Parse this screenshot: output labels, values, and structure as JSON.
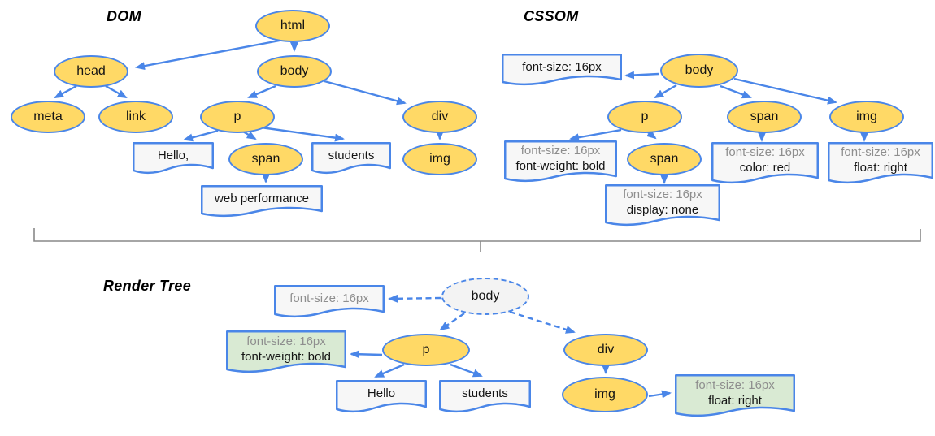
{
  "diagram": {
    "dom": {
      "title": "DOM",
      "nodes": {
        "html": "html",
        "head": "head",
        "body": "body",
        "meta": "meta",
        "link": "link",
        "p": "p",
        "div": "div",
        "span": "span",
        "img": "img"
      },
      "texts": {
        "hello": "Hello,",
        "students": "students",
        "webperf": "web performance"
      }
    },
    "cssom": {
      "title": "CSSOM",
      "nodes": {
        "body": "body",
        "p": "p",
        "span": "span",
        "img": "img",
        "span_child": "span"
      },
      "notes": {
        "body": {
          "l1": "font-size: 16px"
        },
        "p": {
          "l1": "font-size: 16px",
          "l2": "font-weight: bold"
        },
        "span": {
          "l1": "font-size: 16px",
          "l2": "color: red"
        },
        "img": {
          "l1": "font-size: 16px",
          "l2": "float: right"
        },
        "span_child": {
          "l1": "font-size: 16px",
          "l2": "display: none"
        }
      }
    },
    "render": {
      "title": "Render Tree",
      "nodes": {
        "body": "body",
        "p": "p",
        "div": "div",
        "img": "img"
      },
      "texts": {
        "hello": "Hello",
        "students": "students"
      },
      "notes": {
        "body": {
          "l1": "font-size: 16px"
        },
        "p": {
          "l1": "font-size: 16px",
          "l2": "font-weight: bold"
        },
        "img": {
          "l1": "font-size: 16px",
          "l2": "float: right"
        }
      }
    },
    "colors": {
      "node_fill": "#ffd966",
      "stroke_blue": "#4a86e8",
      "note_fill": "#f7f7f7",
      "computed_fill": "#d9ead3",
      "render_body_fill": "#f3f3f3",
      "inherited_text": "#8e8e8e",
      "separator": "#888888"
    }
  }
}
